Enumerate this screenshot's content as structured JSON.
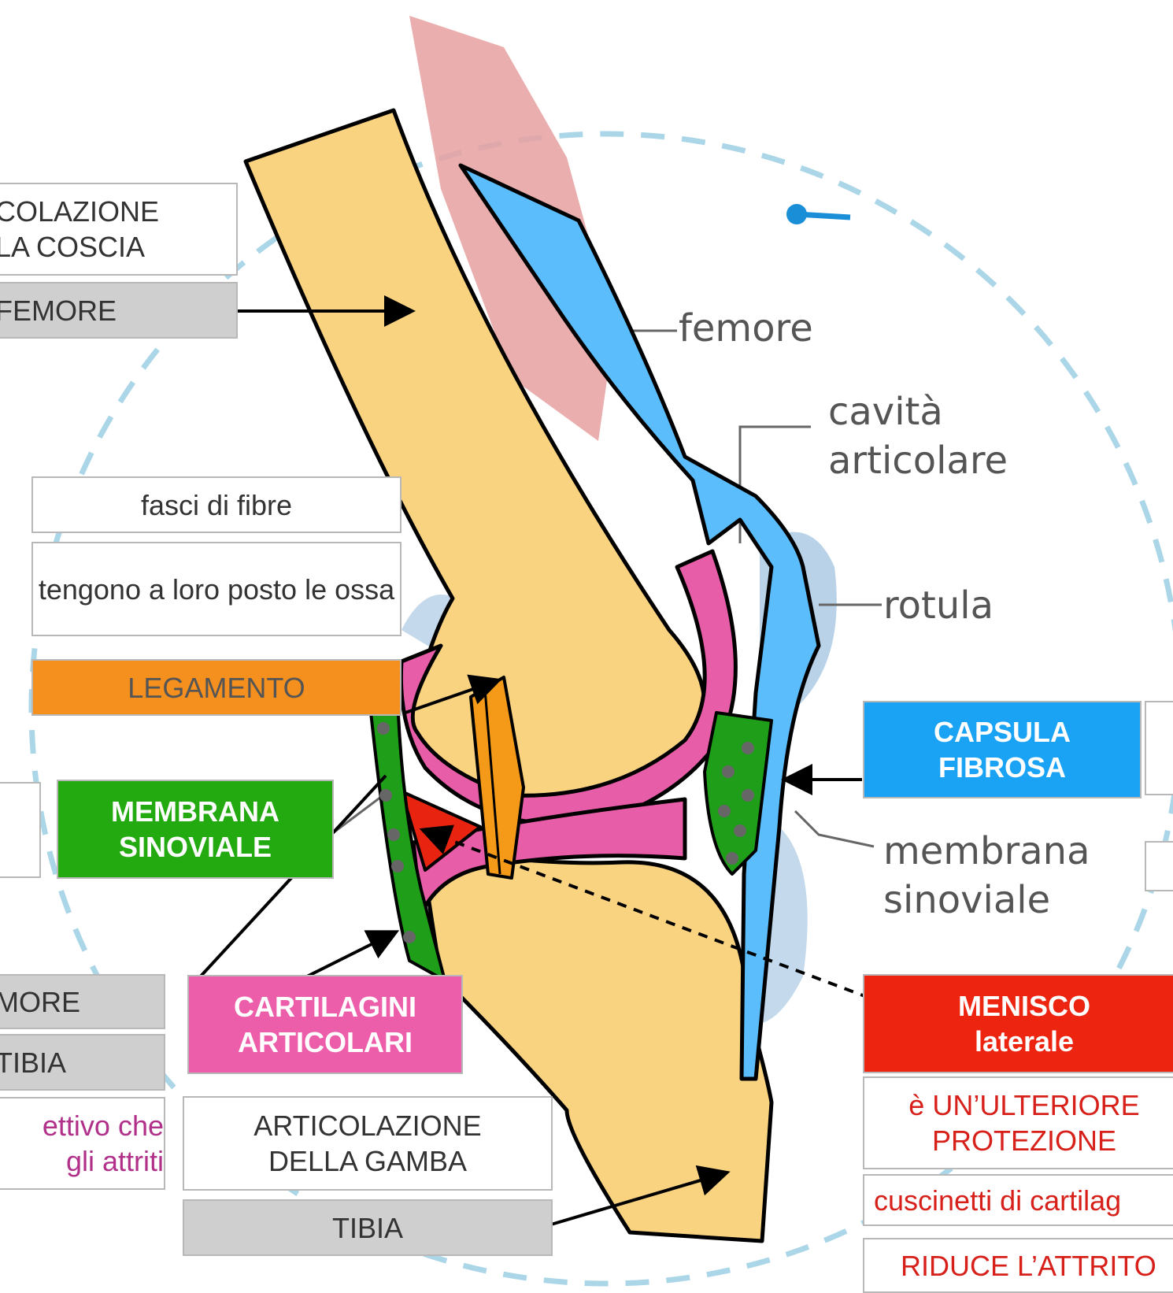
{
  "source_labels": {
    "femore": "femore",
    "cavita": "cavità\narticolare",
    "rotula": "rotula",
    "membrana": "membrana\nsinoviale"
  },
  "labels": {
    "articolazione_coscia": "COLAZIONE\nLA COSCIA",
    "femore": "FEMORE",
    "fasci": "fasci di fibre",
    "tengono": "tengono a loro posto le ossa",
    "legamento": "LEGAMENTO",
    "membrana_sinoviale": "MEMBRANA\nSINOVIALE",
    "cartilagini": "CARTILAGINI\nARTICOLARI",
    "more": "MORE",
    "tibia_small": "TIBIA",
    "ettivo": "ettivo che\ngli attriti",
    "articolazione_gamba": "ARTICOLAZIONE\nDELLA GAMBA",
    "tibia": "TIBIA",
    "capsula": "CAPSULA\nFIBROSA",
    "menisco": "MENISCO\nlaterale",
    "ulteriore": "è UN’ULTERIORE\nPROTEZIONE",
    "cuscinetti": "cuscinetti di cartilag",
    "riduce": "RIDUCE L’ATTRITO"
  },
  "colors": {
    "bone": "#fad380",
    "capsule": "#5bbdfb",
    "cartilage": "#e85da8",
    "membrane": "#1f9e1a",
    "ligament": "#f59a18",
    "meniscus": "#e82410",
    "legamento_label": "#f5901e",
    "membrana_label": "#22aa10",
    "cartilagini_label": "#ec5ea9",
    "capsula_label": "#1aa3f5",
    "menisco_label": "#ec2410"
  }
}
